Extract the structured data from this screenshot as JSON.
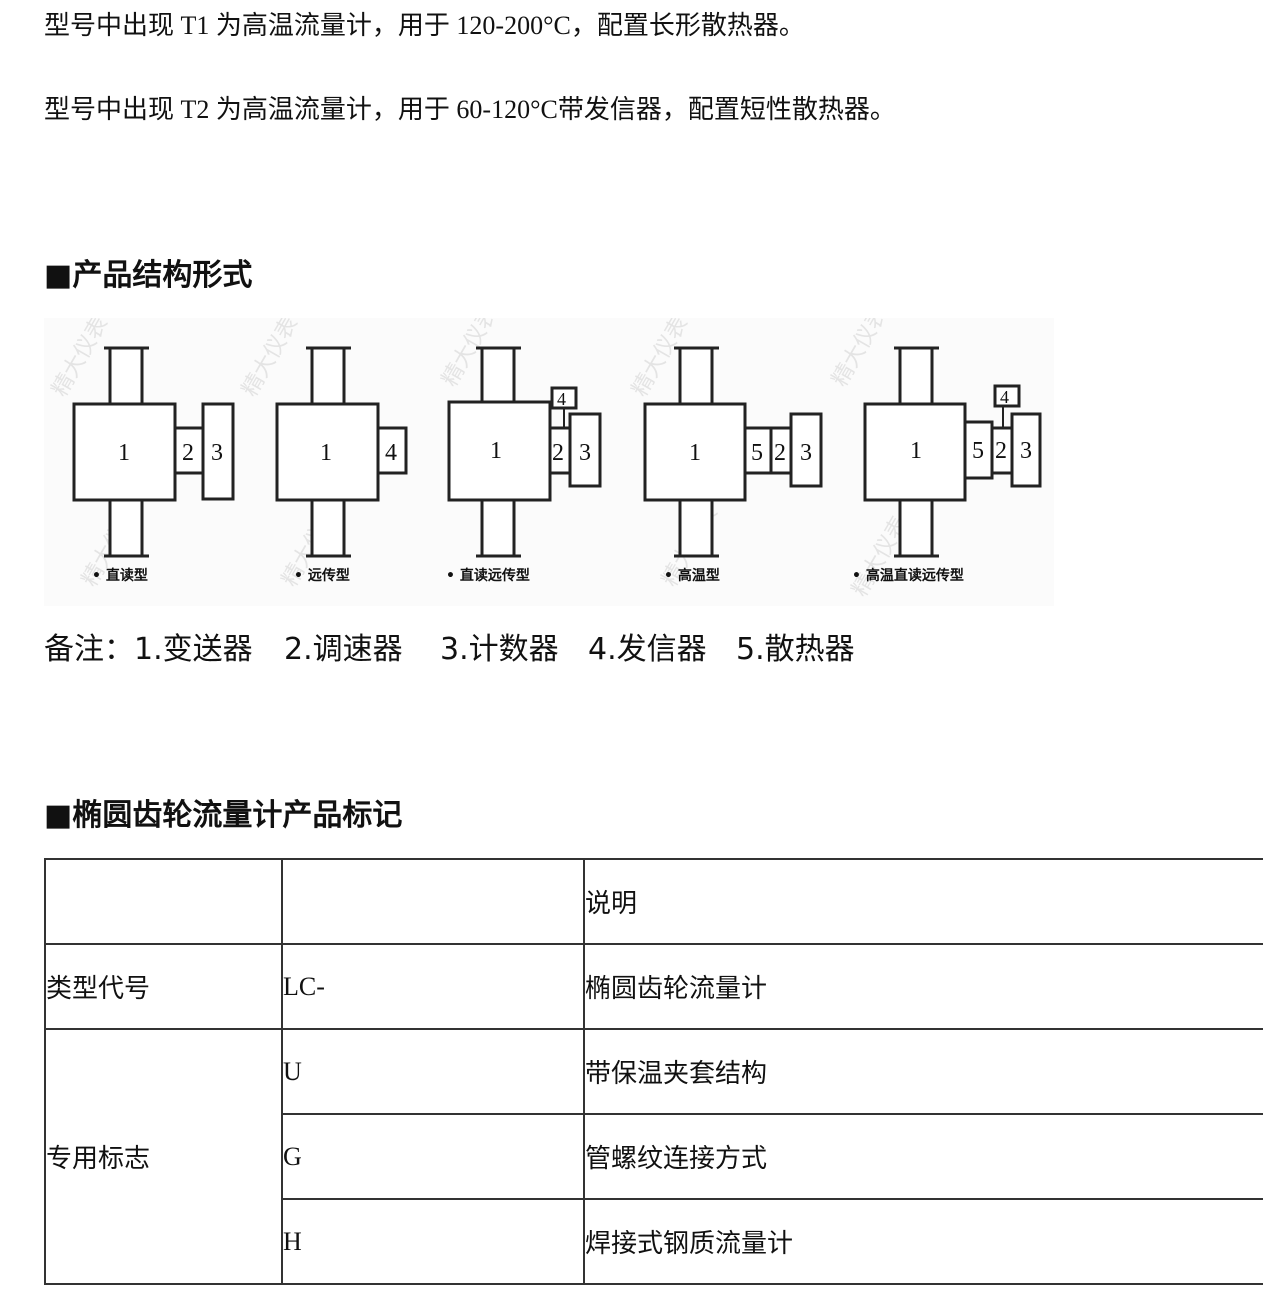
{
  "intro": {
    "line1": {
      "pre": "型号中出现",
      "code": " T1 ",
      "mid": "为高温流量计，用于",
      "range": " 120-200°C",
      "post": "，配置长形散热器。"
    },
    "line2": {
      "pre": "型号中出现",
      "code": " T2 ",
      "mid": "为高温流量计，用于",
      "range": " 60-120°C",
      "post": "带发信器，配置短性散热器。"
    }
  },
  "section1": {
    "title": "■产品结构形式"
  },
  "figure": {
    "watermark": "精大仪表",
    "diagrams": [
      {
        "caption": "• 直读型",
        "boxes": [
          "1",
          "2",
          "3"
        ]
      },
      {
        "caption": "• 远传型",
        "boxes": [
          "1",
          "4"
        ]
      },
      {
        "caption": "• 直读远传型",
        "boxes": [
          "1",
          "2",
          "3",
          "4"
        ]
      },
      {
        "caption": "• 高温型",
        "boxes": [
          "1",
          "5",
          "2",
          "3"
        ]
      },
      {
        "caption": "• 高温直读远传型",
        "boxes": [
          "1",
          "5",
          "2",
          "3",
          "4"
        ]
      }
    ]
  },
  "note": {
    "prefix": "备注：",
    "items": [
      "1.变送器",
      "2.调速器",
      "3.计数器",
      "4.发信器",
      "5.散热器"
    ]
  },
  "section2": {
    "title": "■椭圆齿轮流量计产品标记"
  },
  "table": {
    "header": [
      "",
      "",
      "说明"
    ],
    "type_label": "类型代号",
    "type_code": "LC-",
    "type_desc": "椭圆齿轮流量计",
    "special_label": "专用标志",
    "special_rows": [
      {
        "code": "U",
        "desc": "带保温夹套结构"
      },
      {
        "code": "G",
        "desc": "管螺纹连接方式"
      },
      {
        "code": "H",
        "desc": "焊接式钢质流量计"
      }
    ]
  }
}
